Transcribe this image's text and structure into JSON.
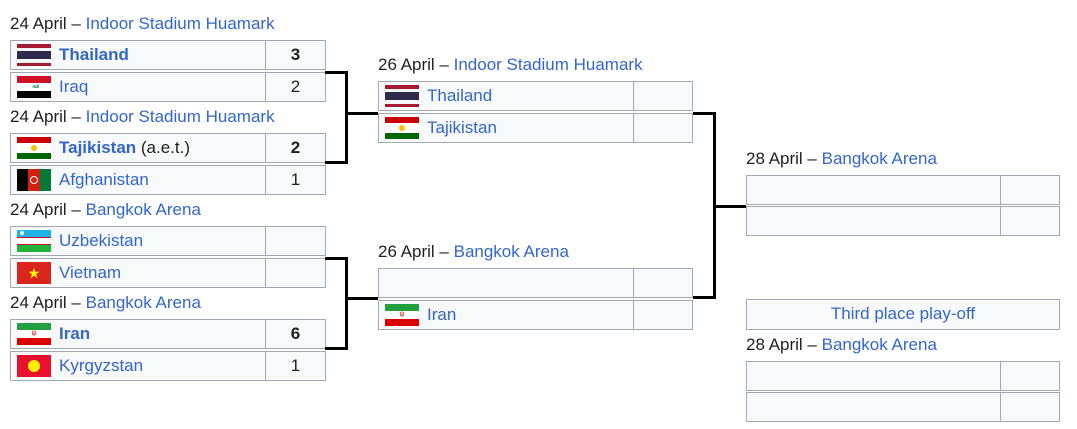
{
  "qf": [
    {
      "date": "24 April",
      "venue": "Indoor Stadium Huamark",
      "teams": [
        {
          "name": "Thailand",
          "score": "3",
          "winner": true,
          "note": "",
          "flag": "thailand-flag-icon"
        },
        {
          "name": "Iraq",
          "score": "2",
          "winner": false,
          "note": "",
          "flag": "iraq-flag-icon"
        }
      ]
    },
    {
      "date": "24 April",
      "venue": "Indoor Stadium Huamark",
      "teams": [
        {
          "name": "Tajikistan",
          "score": "2",
          "winner": true,
          "note": "(a.e.t.)",
          "flag": "tajikistan-flag-icon"
        },
        {
          "name": "Afghanistan",
          "score": "1",
          "winner": false,
          "note": "",
          "flag": "afghanistan-flag-icon"
        }
      ]
    },
    {
      "date": "24 April",
      "venue": "Bangkok Arena",
      "teams": [
        {
          "name": "Uzbekistan",
          "score": "",
          "winner": false,
          "note": "",
          "flag": "uzbekistan-flag-icon"
        },
        {
          "name": "Vietnam",
          "score": "",
          "winner": false,
          "note": "",
          "flag": "vietnam-flag-icon"
        }
      ]
    },
    {
      "date": "24 April",
      "venue": "Bangkok Arena",
      "teams": [
        {
          "name": "Iran",
          "score": "6",
          "winner": true,
          "note": "",
          "flag": "iran-flag-icon"
        },
        {
          "name": "Kyrgyzstan",
          "score": "1",
          "winner": false,
          "note": "",
          "flag": "kyrgyzstan-flag-icon"
        }
      ]
    }
  ],
  "sf": [
    {
      "date": "26 April",
      "venue": "Indoor Stadium Huamark",
      "teams": [
        {
          "name": "Thailand",
          "score": "",
          "winner": false,
          "note": "",
          "flag": "thailand-flag-icon"
        },
        {
          "name": "Tajikistan",
          "score": "",
          "winner": false,
          "note": "",
          "flag": "tajikistan-flag-icon"
        }
      ]
    },
    {
      "date": "26 April",
      "venue": "Bangkok Arena",
      "teams": [
        {
          "name": "",
          "score": "",
          "winner": false,
          "note": "",
          "flag": ""
        },
        {
          "name": "Iran",
          "score": "",
          "winner": false,
          "note": "",
          "flag": "iran-flag-icon"
        }
      ]
    }
  ],
  "final": {
    "date": "28 April",
    "venue": "Bangkok Arena",
    "teams": [
      {
        "name": "",
        "score": "",
        "winner": false,
        "note": "",
        "flag": ""
      },
      {
        "name": "",
        "score": "",
        "winner": false,
        "note": "",
        "flag": ""
      }
    ]
  },
  "third_place": {
    "title": "Third place play-off",
    "date": "28 April",
    "venue": "Bangkok Arena",
    "teams": [
      {
        "name": "",
        "score": "",
        "winner": false,
        "note": "",
        "flag": ""
      },
      {
        "name": "",
        "score": "",
        "winner": false,
        "note": "",
        "flag": ""
      }
    ]
  }
}
